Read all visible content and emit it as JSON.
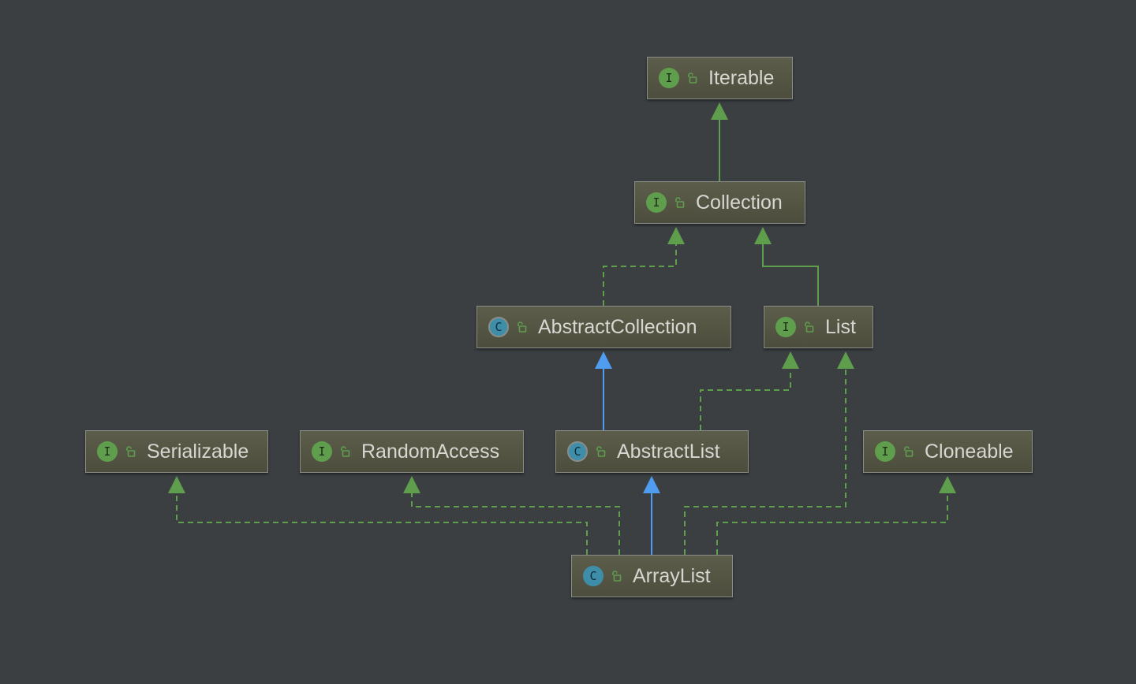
{
  "diagram": {
    "nodes": [
      {
        "id": "iterable",
        "label": "Iterable",
        "kind": "interface",
        "kind_letter": "I"
      },
      {
        "id": "collection",
        "label": "Collection",
        "kind": "interface",
        "kind_letter": "I"
      },
      {
        "id": "abstract-collection",
        "label": "AbstractCollection",
        "kind": "abstract-class",
        "kind_letter": "C"
      },
      {
        "id": "list",
        "label": "List",
        "kind": "interface",
        "kind_letter": "I"
      },
      {
        "id": "serializable",
        "label": "Serializable",
        "kind": "interface",
        "kind_letter": "I"
      },
      {
        "id": "random-access",
        "label": "RandomAccess",
        "kind": "interface",
        "kind_letter": "I"
      },
      {
        "id": "abstract-list",
        "label": "AbstractList",
        "kind": "abstract-class",
        "kind_letter": "C"
      },
      {
        "id": "cloneable",
        "label": "Cloneable",
        "kind": "interface",
        "kind_letter": "I"
      },
      {
        "id": "array-list",
        "label": "ArrayList",
        "kind": "class",
        "kind_letter": "C"
      }
    ],
    "edges": [
      {
        "from": "collection",
        "to": "iterable",
        "relation": "extends"
      },
      {
        "from": "abstract-collection",
        "to": "collection",
        "relation": "implements"
      },
      {
        "from": "list",
        "to": "collection",
        "relation": "extends"
      },
      {
        "from": "abstract-list",
        "to": "abstract-collection",
        "relation": "class-extends"
      },
      {
        "from": "abstract-list",
        "to": "list",
        "relation": "implements"
      },
      {
        "from": "array-list",
        "to": "abstract-list",
        "relation": "class-extends"
      },
      {
        "from": "array-list",
        "to": "serializable",
        "relation": "implements"
      },
      {
        "from": "array-list",
        "to": "random-access",
        "relation": "implements"
      },
      {
        "from": "array-list",
        "to": "list",
        "relation": "implements"
      },
      {
        "from": "array-list",
        "to": "cloneable",
        "relation": "implements"
      }
    ],
    "colors": {
      "background": "#3b3f42",
      "interface_edge": "#5f9e4c",
      "class_edge": "#4f9cf0",
      "node_fill": "#55554a",
      "node_border": "#8a8c86",
      "label_text": "#d7d7d2"
    }
  }
}
